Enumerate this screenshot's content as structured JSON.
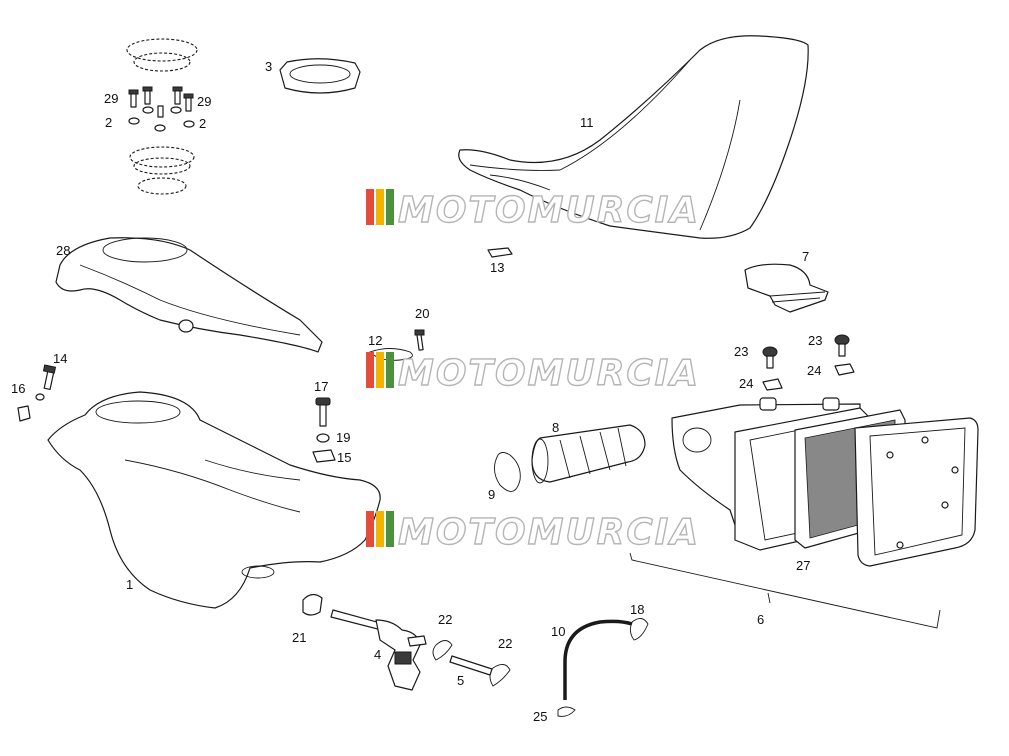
{
  "watermark": {
    "text": "MOTOMURCIA",
    "stripe_colors": [
      "#e34b3b",
      "#f3b400",
      "#4d8f3c"
    ]
  },
  "callouts": {
    "p1": "1",
    "p2a": "2",
    "p2b": "2",
    "p3": "3",
    "p4": "4",
    "p5": "5",
    "p6": "6",
    "p7": "7",
    "p8": "8",
    "p9": "9",
    "p10": "10",
    "p11": "11",
    "p12": "12",
    "p13": "13",
    "p14": "14",
    "p15": "15",
    "p16": "16",
    "p17": "17",
    "p18": "18",
    "p19": "19",
    "p20": "20",
    "p21": "21",
    "p22a": "22",
    "p22b": "22",
    "p23a": "23",
    "p23b": "23",
    "p24a": "24",
    "p24b": "24",
    "p25": "25",
    "p27": "27",
    "p28": "28",
    "p29a": "29",
    "p29b": "29"
  },
  "colors": {
    "line": "#1a1a1a",
    "watermark_outline": "#b5b5b5"
  }
}
